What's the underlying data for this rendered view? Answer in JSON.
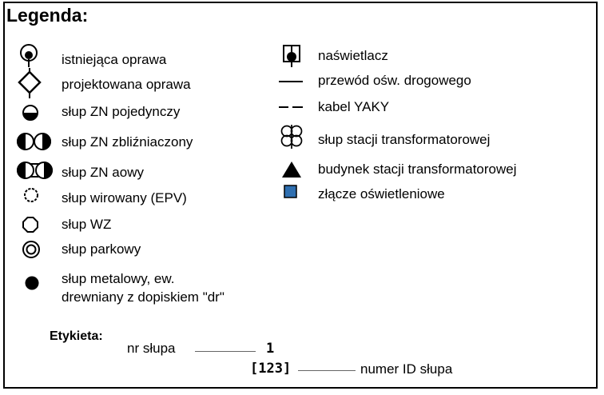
{
  "legend": {
    "title": "Legenda:",
    "left_items": [
      {
        "icon": "existing-fixture-icon",
        "label": "istniejąca oprawa"
      },
      {
        "icon": "planned-fixture-icon",
        "label": "projektowana oprawa"
      },
      {
        "icon": "pole-zn-single-icon",
        "label": "słup ZN pojedynczy"
      },
      {
        "icon": "pole-zn-twin-icon",
        "label": "słup ZN zbliźniaczony"
      },
      {
        "icon": "pole-zn-a-icon",
        "label": "słup ZN aowy"
      },
      {
        "icon": "spun-pole-icon",
        "label": "słup wirowany (EPV)"
      },
      {
        "icon": "pole-wz-icon",
        "label": "słup WZ"
      },
      {
        "icon": "park-pole-icon",
        "label": "słup parkowy"
      },
      {
        "icon": "metal-pole-icon",
        "label": "słup metalowy, ew.",
        "label2": "drewniany z dopiskiem \"dr\""
      }
    ],
    "right_items": [
      {
        "icon": "floodlight-icon",
        "label": "naświetlacz"
      },
      {
        "icon": "solid-line-icon",
        "label": "przewód ośw. drogowego"
      },
      {
        "icon": "dashed-line-icon",
        "label": "kabel YAKY"
      },
      {
        "icon": "transformer-pole-icon",
        "label": "słup stacji transformatorowej"
      },
      {
        "icon": "transformer-building-icon",
        "label": "budynek stacji transformatorowej"
      },
      {
        "icon": "lighting-connector-icon",
        "label": "złącze oświetleniowe"
      }
    ],
    "connector_color": "#2f6fb0"
  },
  "label_example": {
    "title": "Etykieta:",
    "pole_number_caption": "nr słupa",
    "pole_number": "1",
    "pole_id": "[123]",
    "pole_id_caption": "numer ID słupa"
  }
}
